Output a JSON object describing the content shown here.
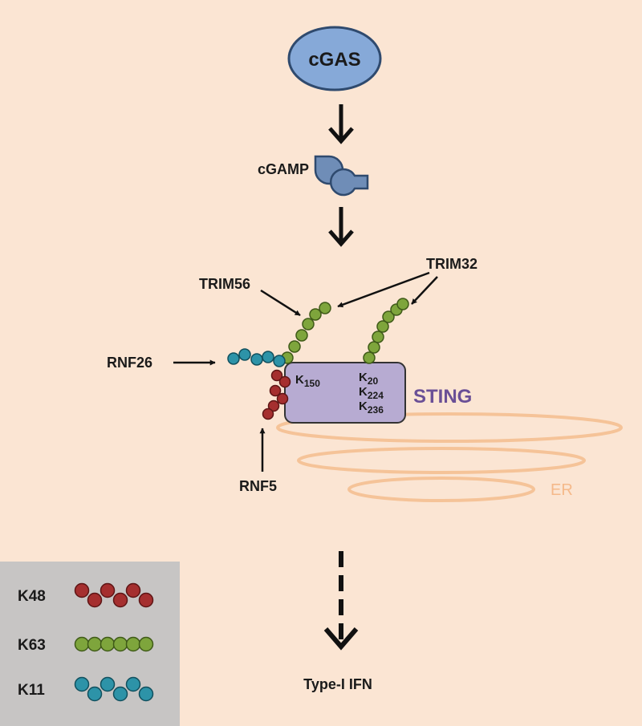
{
  "nodes": {
    "cgas": "cGAS",
    "cgamp": "cGAMP",
    "sting": "STING",
    "er": "ER",
    "output": "Type-I IFN"
  },
  "enzymes": {
    "trim56": "TRIM56",
    "trim32": "TRIM32",
    "rnf26": "RNF26",
    "rnf5": "RNF5"
  },
  "sites": {
    "k150_base": "K",
    "k150_sub": "150",
    "k20_base": "K",
    "k20_sub": "20",
    "k224_base": "K",
    "k224_sub": "224",
    "k236_base": "K",
    "k236_sub": "236"
  },
  "legend": [
    {
      "label": "K48",
      "color": "#a52f2f",
      "pattern": "zigzag"
    },
    {
      "label": "K63",
      "color": "#7ea53c",
      "pattern": "straight"
    },
    {
      "label": "K11",
      "color": "#2d93a8",
      "pattern": "zigzag"
    }
  ],
  "colors": {
    "background": "#fbe5d3",
    "cgas_fill": "#86a9d8",
    "sting_fill": "#b7abd2",
    "sting_label": "#6a4f96",
    "er": "#f5c398",
    "er_label": "#f5b98a",
    "legend_bg": "#c7c5c4"
  }
}
